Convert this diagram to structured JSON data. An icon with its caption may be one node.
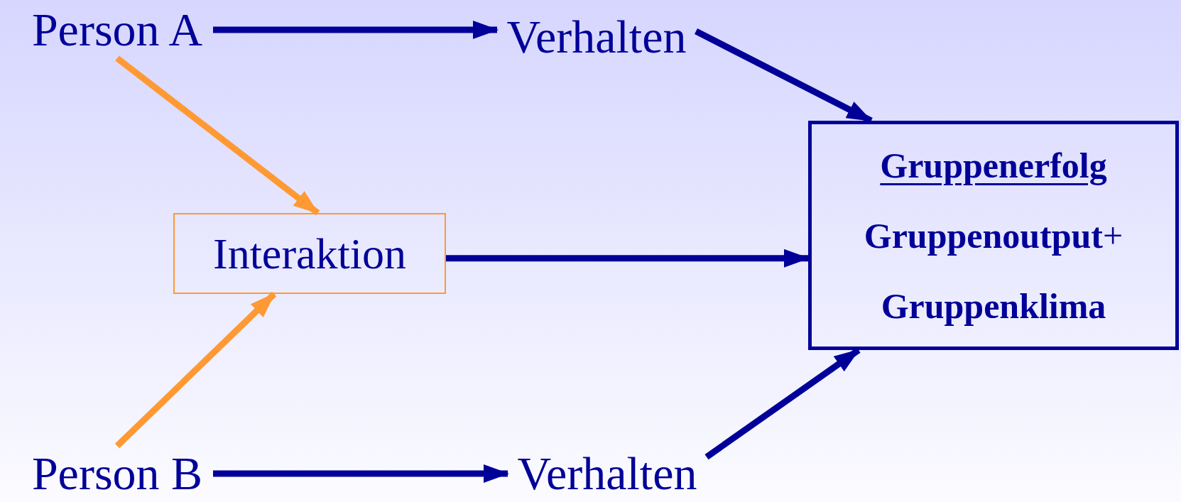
{
  "diagram": {
    "nodes": [
      {
        "text": [
          "Person A"
        ]
      },
      {
        "text": [
          "Verhalten"
        ]
      },
      {
        "text": [
          "Interaktion"
        ]
      },
      {
        "text": [
          "Gruppenerfolg",
          "**Gruppenoutput**+",
          "**Gruppenklima**"
        ]
      },
      {
        "text": [
          "Person B"
        ]
      },
      {
        "text": [
          "Verhalten"
        ]
      }
    ],
    "edges": [
      {
        "from": 0,
        "to": 1,
        "arrow": "to"
      },
      {
        "from": 1,
        "to": 3,
        "arrow": "to"
      },
      {
        "from": 0,
        "to": 2,
        "arrow": "to",
        "color": "#ff9933"
      },
      {
        "from": 4,
        "to": 2,
        "arrow": "to",
        "color": "#ff9933"
      },
      {
        "from": 2,
        "to": 3,
        "arrow": "to"
      },
      {
        "from": 4,
        "to": 5,
        "arrow": "to"
      },
      {
        "from": 5,
        "to": 3,
        "arrow": "to"
      }
    ]
  }
}
